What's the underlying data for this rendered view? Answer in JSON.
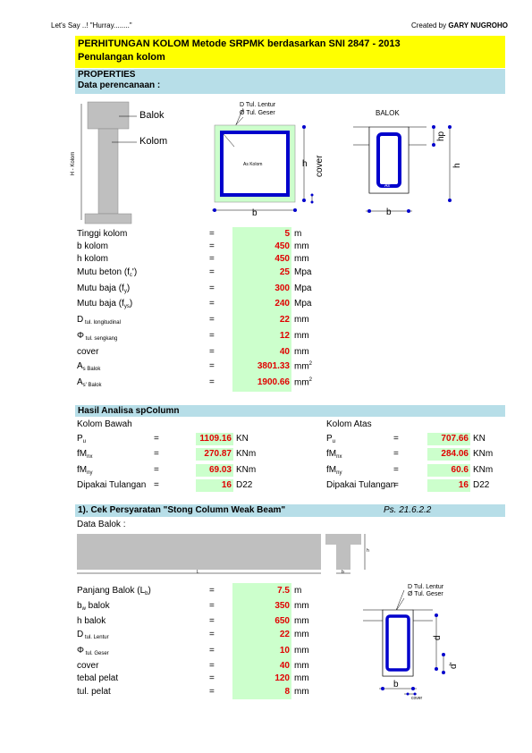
{
  "header": {
    "left": "Let's Say ..!  \"Hurray........\"",
    "right_prefix": "Created by ",
    "right_author": "GARY NUGROHO"
  },
  "title": {
    "line1": "PERHITUNGAN KOLOM Metode SRPMK berdasarkan SNI 2847 - 2013",
    "line2": "Penulangan kolom"
  },
  "properties": {
    "heading": "PROPERTIES",
    "sub": "Data perencanaan :"
  },
  "diagram1": {
    "balok": "Balok",
    "kolom": "Kolom",
    "h_kolom": "H - Kolom"
  },
  "diagram2": {
    "d_lentur": "D Tul. Lentur",
    "o_geser": "Ø Tul. Geser",
    "as_kolom": "As Kolom",
    "h": "h",
    "cover": "cover",
    "b": "b"
  },
  "diagram3": {
    "balok": "BALOK",
    "as_top": "As",
    "as_bot": "As'",
    "hp": "hp",
    "h": "h",
    "b": "b"
  },
  "inputs": [
    {
      "label": "Tinggi kolom",
      "sub": "",
      "eq": "=",
      "value": "5",
      "unit": "m"
    },
    {
      "label": "b kolom",
      "sub": "",
      "eq": "=",
      "value": "450",
      "unit": "mm"
    },
    {
      "label": "h kolom",
      "sub": "",
      "eq": "=",
      "value": "450",
      "unit": "mm"
    },
    {
      "label": "Mutu beton (f",
      "sub": "c",
      "suffix": "')",
      "eq": "=",
      "value": "25",
      "unit": "Mpa"
    },
    {
      "label": "Mutu baja (f",
      "sub": "y",
      "suffix": ")",
      "eq": "=",
      "value": "300",
      "unit": "Mpa"
    },
    {
      "label": "Mutu baja (f",
      "sub": "ys",
      "suffix": ")",
      "eq": "=",
      "value": "240",
      "unit": "Mpa"
    },
    {
      "label": "D",
      "sub": " tul. longitudinal",
      "suffix": "",
      "eq": "=",
      "value": "22",
      "unit": "mm"
    },
    {
      "label": "Φ",
      "sub": " tul. sengkang",
      "suffix": "",
      "eq": "=",
      "value": "12",
      "unit": "mm"
    },
    {
      "label": "cover",
      "sub": "",
      "eq": "=",
      "value": "40",
      "unit": "mm"
    },
    {
      "label": "A",
      "sub": "s Balok",
      "suffix": "",
      "eq": "=",
      "value": "3801.33",
      "unit": "mm",
      "unit_sup": "2"
    },
    {
      "label": "A",
      "sub": "s' Balok",
      "suffix": "",
      "eq": "=",
      "value": "1900.66",
      "unit": "mm",
      "unit_sup": "2"
    }
  ],
  "hasil": {
    "heading": "Hasil Analisa spColumn",
    "bawah": {
      "title": "Kolom Bawah",
      "rows": [
        {
          "label": "P",
          "sub": "u",
          "eq": "=",
          "value": "1109.16",
          "unit": "KN"
        },
        {
          "label": "fM",
          "sub": "nx",
          "eq": "=",
          "value": "270.87",
          "unit": "KNm"
        },
        {
          "label": "fM",
          "sub": "ny",
          "eq": "=",
          "value": "69.03",
          "unit": "KNm"
        },
        {
          "label": "Dipakai Tulangan",
          "sub": "",
          "eq": "=",
          "value": "16",
          "unit": "D22"
        }
      ]
    },
    "atas": {
      "title": "Kolom Atas",
      "rows": [
        {
          "label": "P",
          "sub": "u",
          "eq": "=",
          "value": "707.66",
          "unit": "KN"
        },
        {
          "label": "fM",
          "sub": "nx",
          "eq": "=",
          "value": "284.06",
          "unit": "KNm"
        },
        {
          "label": "fM",
          "sub": "ny",
          "eq": "=",
          "value": "60.6",
          "unit": "KNm"
        },
        {
          "label": "Dipakai Tulangan",
          "sub": "",
          "eq": "=",
          "value": "16",
          "unit": "D22"
        }
      ]
    }
  },
  "section1": {
    "heading": "1). Cek Persyaratan \"Stong Column Weak Beam\"",
    "ref": "Ps. 21.6.2.2",
    "data_balok": "Data Balok :",
    "L": "L",
    "h": "h",
    "b": "b"
  },
  "balok_inputs": [
    {
      "label": "Panjang Balok (L",
      "sub": "b",
      "suffix": ")",
      "eq": "=",
      "value": "7.5",
      "unit": "m"
    },
    {
      "label": "b",
      "sub": "w",
      "suffix": " balok",
      "eq": "=",
      "value": "350",
      "unit": "mm"
    },
    {
      "label": "h balok",
      "sub": "",
      "suffix": "",
      "eq": "=",
      "value": "650",
      "unit": "mm"
    },
    {
      "label": "D",
      "sub": " tul. Lentur",
      "suffix": "",
      "eq": "=",
      "value": "22",
      "unit": "mm"
    },
    {
      "label": "Φ",
      "sub": " tul. Geser",
      "suffix": "",
      "eq": "=",
      "value": "10",
      "unit": "mm"
    },
    {
      "label": "cover",
      "sub": "",
      "suffix": "",
      "eq": "=",
      "value": "40",
      "unit": "mm"
    },
    {
      "label": "tebal pelat",
      "sub": "",
      "suffix": "",
      "eq": "=",
      "value": "120",
      "unit": "mm"
    },
    {
      "label": "tul. pelat",
      "sub": "",
      "suffix": "",
      "eq": "=",
      "value": "8",
      "unit": "mm"
    }
  ],
  "diagram4": {
    "d_lentur": "D Tul. Lentur",
    "o_geser": "Ø Tul. Geser",
    "d": "d",
    "d2": "d'",
    "b": "b",
    "cover": "cover"
  },
  "colors": {
    "yellow": "#ffff00",
    "blue": "#b7dee8",
    "green": "#ccffcc",
    "red": "#e00000",
    "rebar": "#0000cc"
  }
}
